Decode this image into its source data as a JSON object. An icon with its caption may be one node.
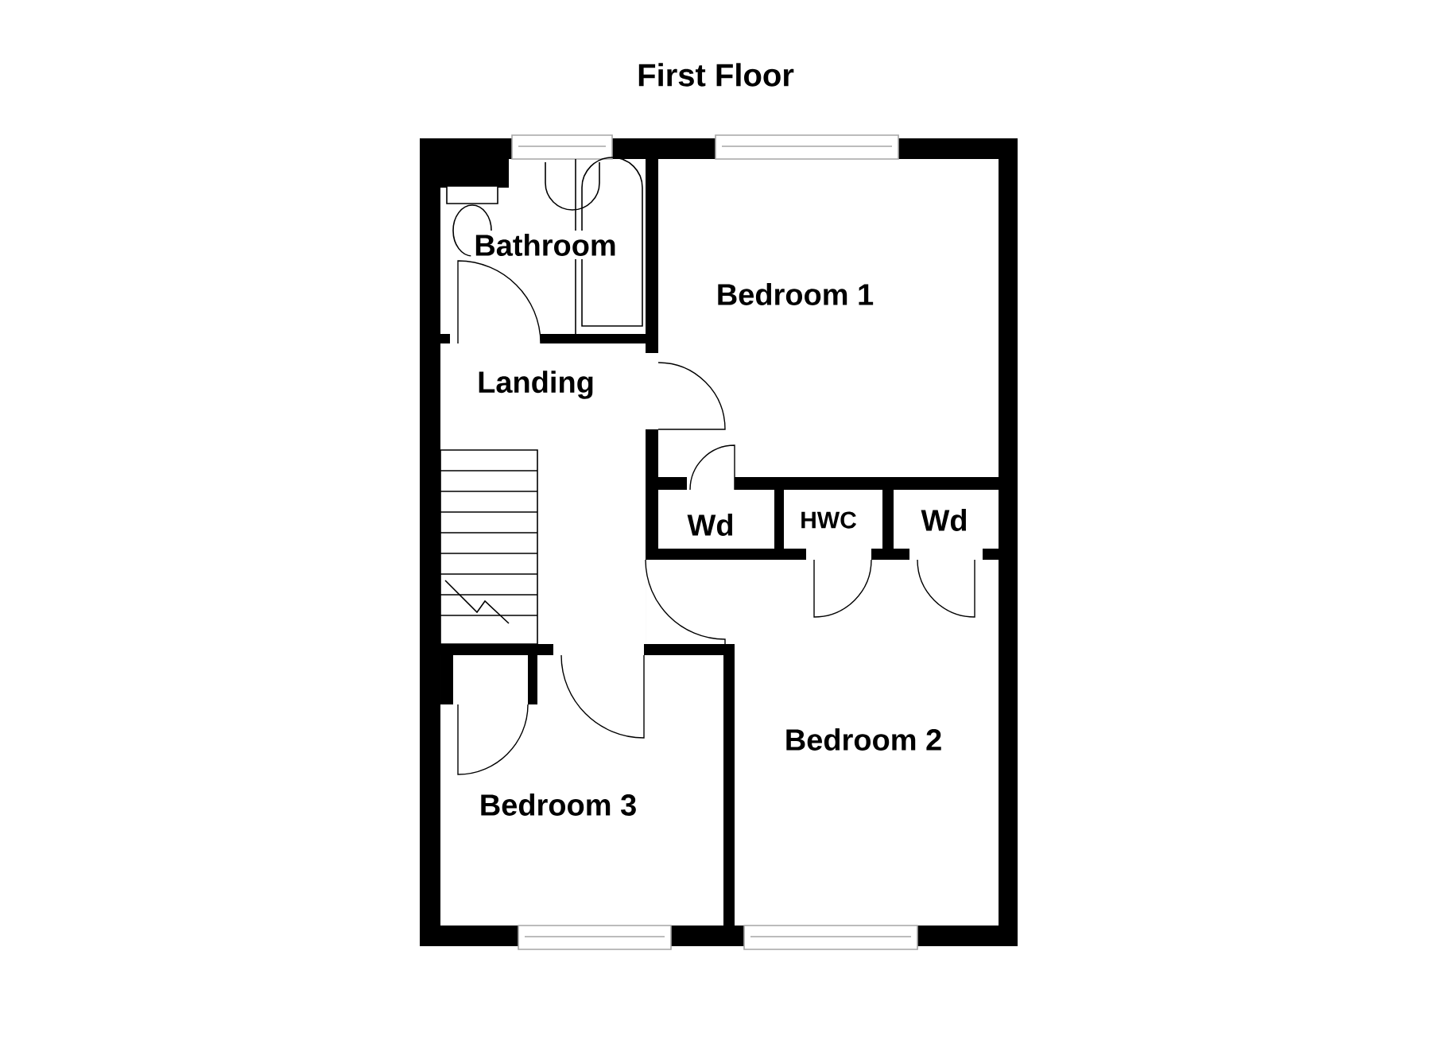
{
  "diagram": {
    "title": "First Floor",
    "labels": [
      "Bathroom",
      "Bedroom 1",
      "Landing",
      "Wd",
      "HWC",
      "Wd",
      "Bedroom 2",
      "Bedroom 3"
    ]
  }
}
